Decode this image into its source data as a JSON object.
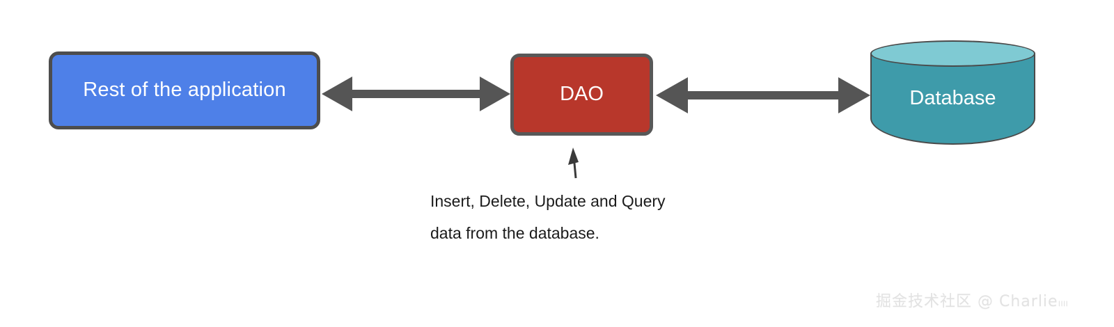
{
  "diagram": {
    "title": "DAO pattern diagram",
    "background_color": "#ffffff",
    "nodes": [
      {
        "id": "app",
        "label": "Rest of the application",
        "shape": "rounded-rect",
        "fill": "#4e80e8",
        "stroke": "#4d4d4d",
        "text_color": "#ffffff"
      },
      {
        "id": "dao",
        "label": "DAO",
        "shape": "rounded-rect",
        "fill": "#b8372b",
        "stroke": "#585858",
        "text_color": "#ffffff"
      },
      {
        "id": "database",
        "label": "Database",
        "shape": "cylinder",
        "fill": "#3e9baa",
        "fill_top": "#7fcad3",
        "stroke": "#4a4a4a",
        "text_color": "#ffffff"
      }
    ],
    "connectors": [
      {
        "id": "app-dao",
        "from": "app",
        "to": "dao",
        "style": "double-headed-arrow",
        "color": "#555555"
      },
      {
        "id": "dao-database",
        "from": "dao",
        "to": "database",
        "style": "double-headed-arrow",
        "color": "#555555"
      },
      {
        "id": "caption-pointer",
        "from": "caption",
        "to": "dao",
        "style": "single-arrow-up",
        "color": "#3a3a3a"
      }
    ],
    "caption": {
      "line1": "Insert, Delete, Update and Query",
      "line2": "data from the database.",
      "color": "#1b1b1b"
    }
  },
  "watermark": {
    "text": "掘金技术社区 @ Charlie",
    "tail": "ıııı",
    "color": "#e2e2e2"
  }
}
